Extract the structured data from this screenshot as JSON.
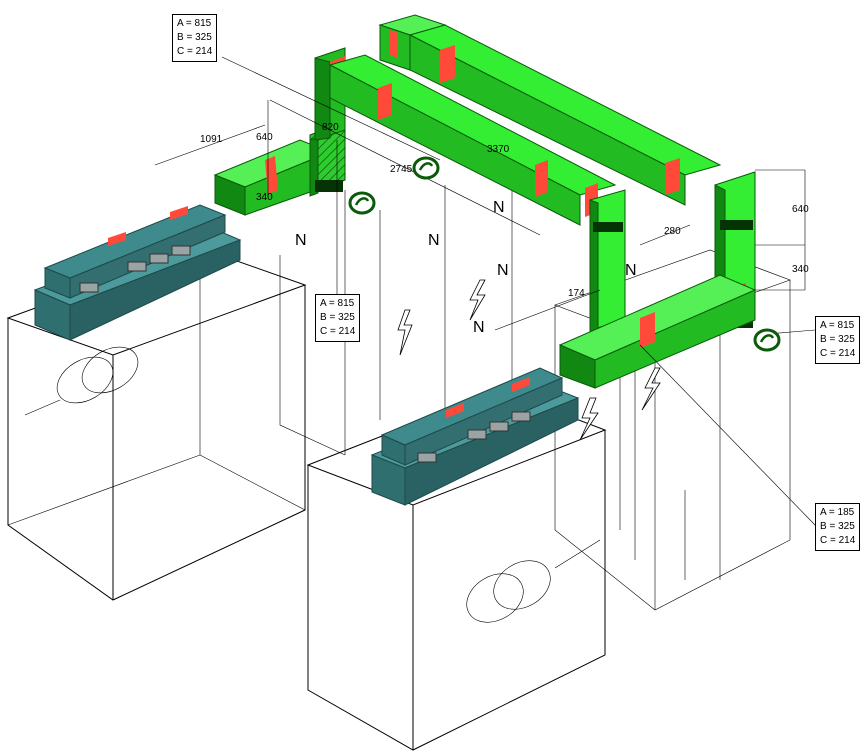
{
  "labels": {
    "l1": {
      "a": "A = 815",
      "b": "B = 325",
      "c": "C = 214"
    },
    "l2": {
      "a": "A = 815",
      "b": "B = 325",
      "c": "C = 214"
    },
    "l3": {
      "a": "A = 815",
      "b": "B = 325",
      "c": "C = 214"
    },
    "l4": {
      "a": "A = 185",
      "b": "B = 325",
      "c": "C = 214"
    }
  },
  "dimensions": {
    "d1091": "1091",
    "d640a": "640",
    "d340a": "340",
    "d820": "820",
    "d2745": "2745",
    "d3370": "3370",
    "d280": "280",
    "d640b": "640",
    "d340b": "340",
    "d174": "174"
  },
  "neutral_marks": [
    "N",
    "N",
    "N",
    "N",
    "N",
    "N"
  ],
  "colors": {
    "trunk_light": "#33ee33",
    "trunk_mid": "#22bb22",
    "trunk_dark": "#118811",
    "joint_red": "#ff4a3a",
    "switchgear_front": "#2f6f70",
    "switchgear_top": "#3f8a8c",
    "breaker": "#9aa4a4"
  }
}
